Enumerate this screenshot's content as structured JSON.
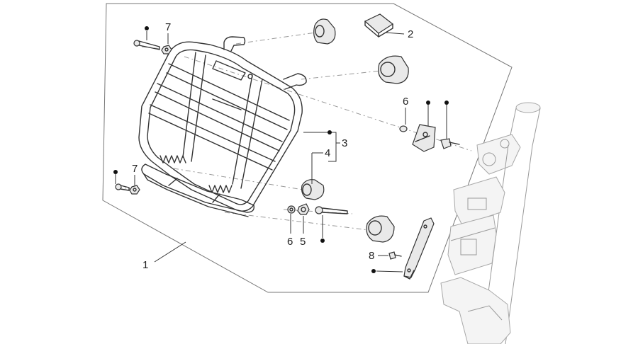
{
  "diagram": {
    "callouts": [
      {
        "id": "c1",
        "label": "1"
      },
      {
        "id": "c2",
        "label": "2"
      },
      {
        "id": "c3",
        "label": "3"
      },
      {
        "id": "c4",
        "label": "4"
      },
      {
        "id": "c5",
        "label": "5"
      },
      {
        "id": "c6a",
        "label": "6"
      },
      {
        "id": "c6b",
        "label": "6"
      },
      {
        "id": "c7a",
        "label": "7"
      },
      {
        "id": "c7b",
        "label": "7"
      },
      {
        "id": "c8",
        "label": "8"
      }
    ]
  }
}
